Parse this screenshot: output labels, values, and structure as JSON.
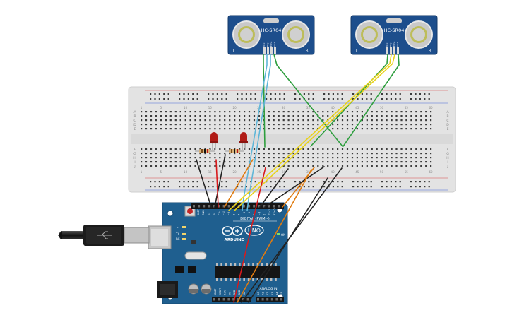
{
  "sensors": [
    {
      "model": "HC-SR04",
      "pins": [
        "Vcc",
        "Trig",
        "Echo",
        "Gnd"
      ],
      "left_mark": "T",
      "right_mark": "R"
    },
    {
      "model": "HC-SR04",
      "pins": [
        "Vcc",
        "Trig",
        "Echo",
        "Gnd"
      ],
      "left_mark": "T",
      "right_mark": "R"
    }
  ],
  "breadboard": {
    "row_labels": [
      "A",
      "B",
      "C",
      "D",
      "E",
      "F",
      "G",
      "H",
      "I",
      "J"
    ],
    "column_numbers": [
      "1",
      "5",
      "10",
      "15",
      "20",
      "25",
      "30",
      "35",
      "40",
      "45",
      "50",
      "55",
      "60"
    ]
  },
  "arduino": {
    "brand": "ARDUINO",
    "model": "UNO",
    "digital_label": "DIGITAL (PWM~)",
    "analog_label": "ANALOG IN",
    "on_label": "ON",
    "tx_label": "TX",
    "rx_label": "RX",
    "l_label": "L",
    "digital_pins": [
      "AREF",
      "GND",
      "13",
      "12",
      "~11",
      "~10",
      "~9",
      "8",
      "7",
      "~6",
      "~5",
      "4",
      "~3",
      "2",
      "TX→1",
      "RX←0"
    ],
    "power_pins": [
      "IOREF",
      "RESET",
      "3.3V",
      "5V",
      "GND",
      "GND",
      "Vin"
    ],
    "analog_pins": [
      "A0",
      "A1",
      "A2",
      "A3",
      "A4",
      "A5"
    ]
  },
  "colors": {
    "board_blue": "#1f5f8f",
    "breadboard": "#e5e5e5",
    "wire_green": "#2e9e3e",
    "wire_yellow": "#e8d21a",
    "wire_orange": "#e07b10",
    "wire_red": "#d8191c",
    "wire_black": "#222222",
    "wire_blue": "#5fb6d8",
    "led_red": "#b01b16"
  }
}
